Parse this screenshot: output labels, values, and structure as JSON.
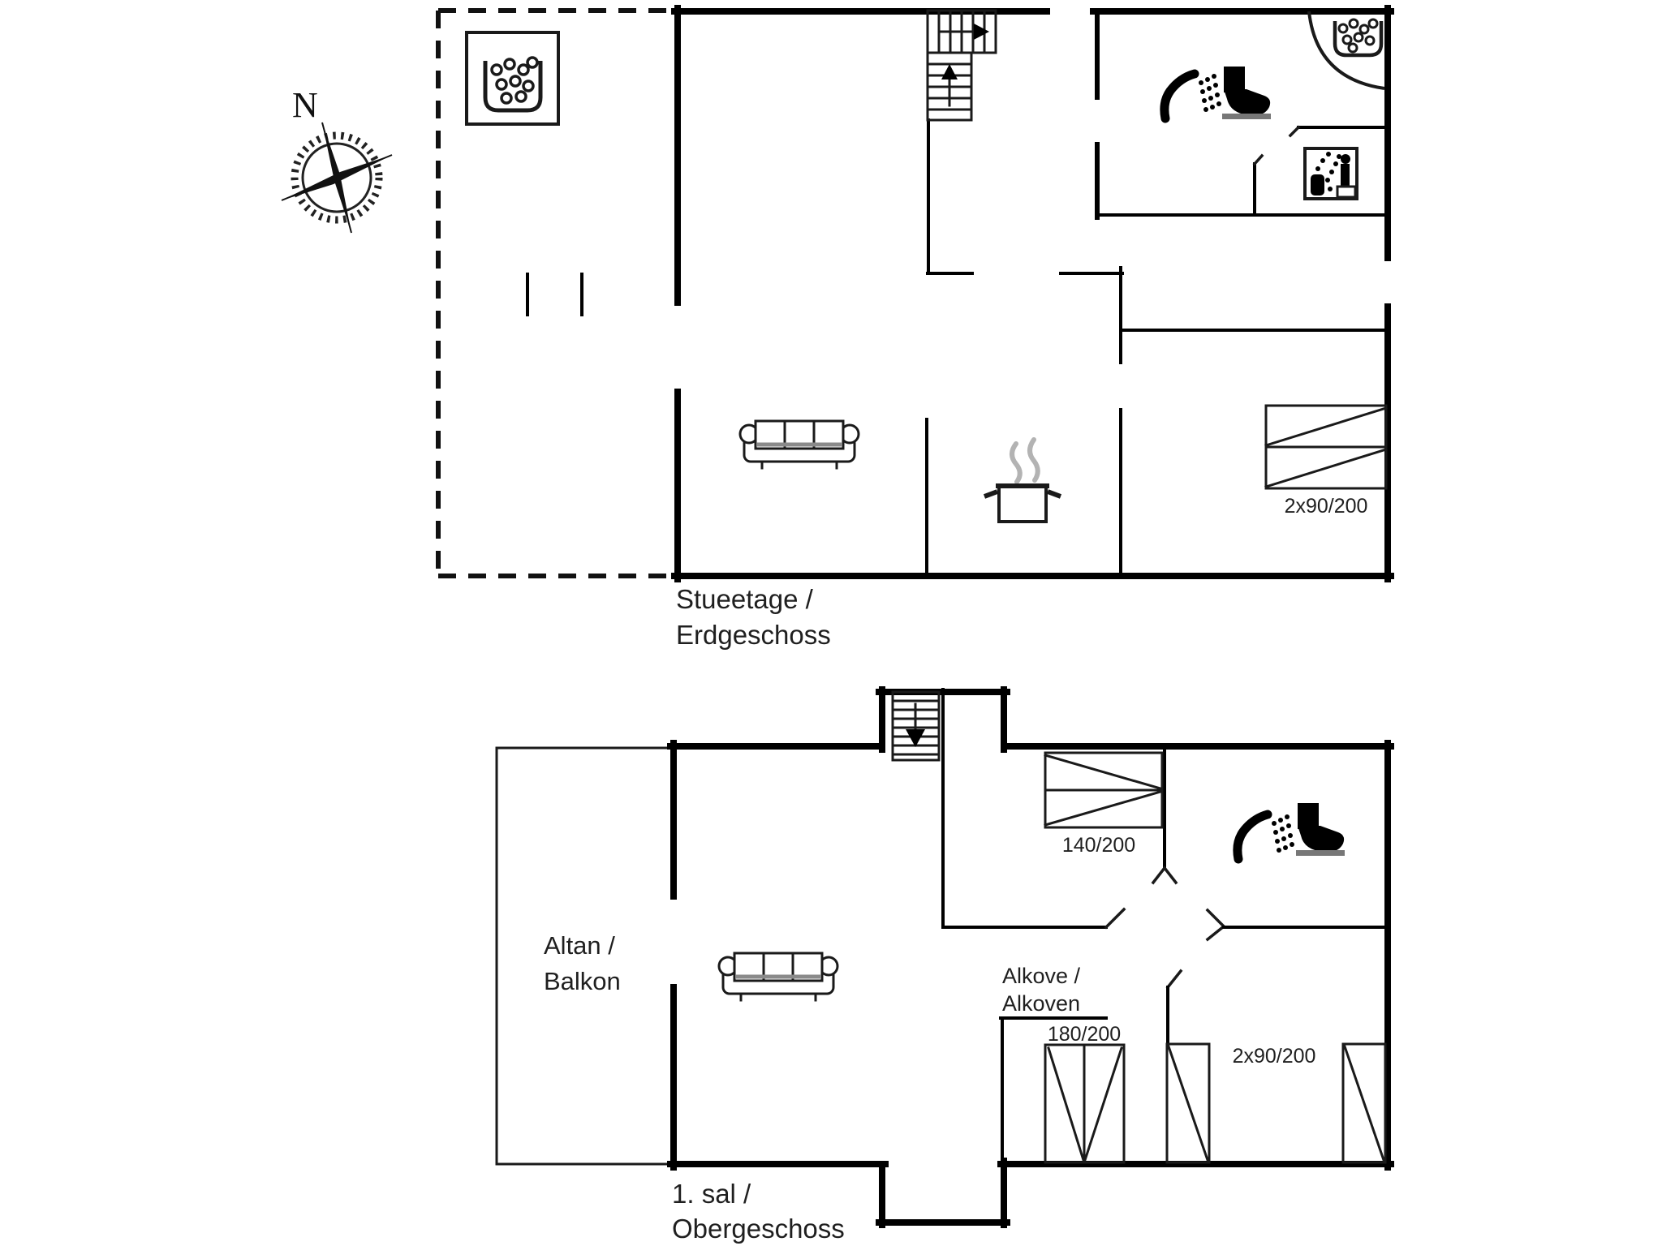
{
  "compass": {
    "label": "N"
  },
  "ground_floor": {
    "name_line1": "Stueetage /",
    "name_line2": "Erdgeschoss",
    "bed_label": "2x90/200",
    "icons": [
      "hot-tub",
      "staircase-up",
      "shower",
      "toilet",
      "corner-bathtub",
      "sauna",
      "sofa",
      "cooking-pot",
      "double-bed"
    ]
  },
  "upper_floor": {
    "name_line1": "1. sal /",
    "name_line2": "Obergeschoss",
    "balcony_line1": "Altan /",
    "balcony_line2": "Balkon",
    "alcove_line1": "Alkove /",
    "alcove_line2": "Alkoven",
    "bed_140_label": "140/200",
    "bed_180_label": "180/200",
    "bed_2x90_label": "2x90/200",
    "icons": [
      "staircase-down",
      "shower",
      "toilet",
      "sofa",
      "double-bed",
      "alcove-bed",
      "single-beds"
    ]
  },
  "colors": {
    "wall": "#000000",
    "background": "#ffffff",
    "steam": "#b3b3b3"
  }
}
